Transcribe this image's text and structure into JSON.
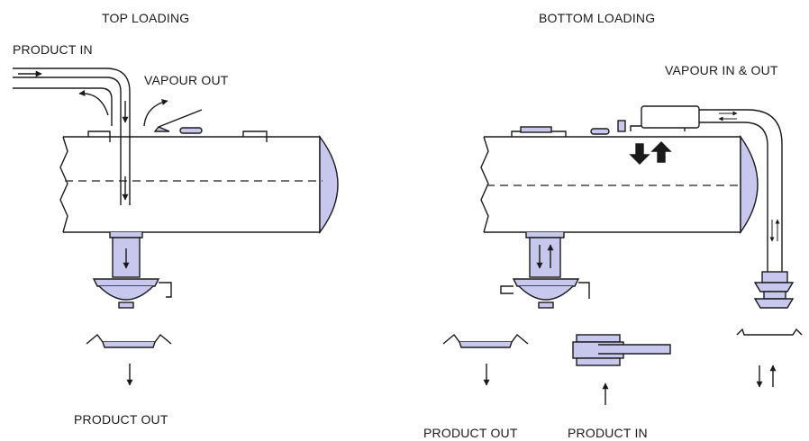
{
  "top_loading": {
    "title": "TOP LOADING",
    "product_in": "PRODUCT IN",
    "vapour_out": "VAPOUR OUT",
    "product_out": "PRODUCT OUT"
  },
  "bottom_loading": {
    "title": "BOTTOM LOADING",
    "vapour_in_out": "VAPOUR IN & OUT",
    "product_out": "PRODUCT OUT",
    "product_in": "PRODUCT IN"
  },
  "colors": {
    "fill": "#c8c8ee",
    "stroke": "#1a1a1a",
    "liquid_line": "#444444"
  }
}
